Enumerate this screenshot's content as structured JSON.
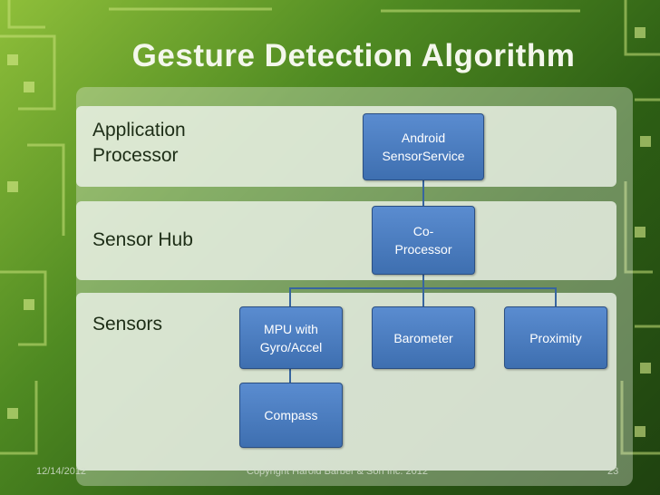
{
  "slide": {
    "title": "Gesture Detection Algorithm",
    "layers": {
      "application_processor": "Application\nProcessor",
      "sensor_hub": "Sensor Hub",
      "sensors": "Sensors"
    },
    "nodes": {
      "android_sensorservice": "Android\nSensorService",
      "co_processor": "Co-\nProcessor",
      "mpu": "MPU with\nGyro/Accel",
      "barometer": "Barometer",
      "proximity": "Proximity",
      "compass": "Compass"
    },
    "footer": {
      "date": "12/14/2012",
      "copyright": "Copyright Harold Barber & Son Inc. 2012",
      "page_number": "23"
    }
  },
  "colors": {
    "node_fill": "#4a7cc0",
    "node_border": "#2b4f82",
    "background_green": "#3d7a1c"
  }
}
